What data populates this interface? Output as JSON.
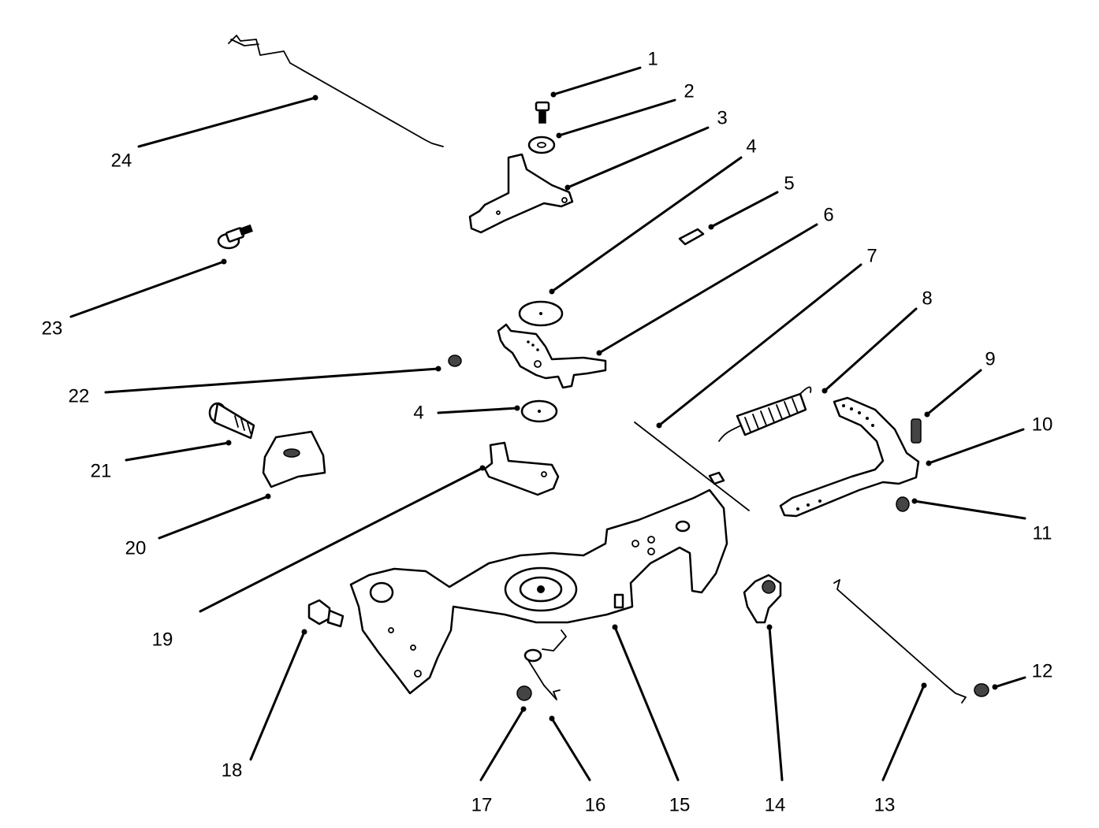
{
  "callouts": [
    {
      "id": "c1",
      "label": "1"
    },
    {
      "id": "c2",
      "label": "2"
    },
    {
      "id": "c3",
      "label": "3"
    },
    {
      "id": "c4a",
      "label": "4"
    },
    {
      "id": "c5",
      "label": "5"
    },
    {
      "id": "c6",
      "label": "6"
    },
    {
      "id": "c7",
      "label": "7"
    },
    {
      "id": "c8",
      "label": "8"
    },
    {
      "id": "c9",
      "label": "9"
    },
    {
      "id": "c10",
      "label": "10"
    },
    {
      "id": "c11",
      "label": "11"
    },
    {
      "id": "c12",
      "label": "12"
    },
    {
      "id": "c13",
      "label": "13"
    },
    {
      "id": "c14",
      "label": "14"
    },
    {
      "id": "c15",
      "label": "15"
    },
    {
      "id": "c16",
      "label": "16"
    },
    {
      "id": "c17",
      "label": "17"
    },
    {
      "id": "c18",
      "label": "18"
    },
    {
      "id": "c19",
      "label": "19"
    },
    {
      "id": "c20",
      "label": "20"
    },
    {
      "id": "c21",
      "label": "21"
    },
    {
      "id": "c22",
      "label": "22"
    },
    {
      "id": "c23",
      "label": "23"
    },
    {
      "id": "c24",
      "label": "24"
    },
    {
      "id": "c4b",
      "label": "4"
    }
  ]
}
